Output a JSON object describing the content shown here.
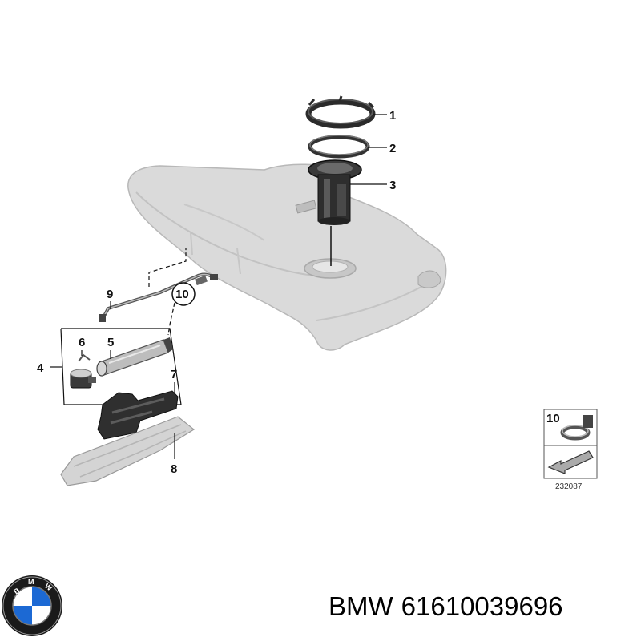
{
  "callouts": {
    "c1": "1",
    "c2": "2",
    "c3": "3",
    "c4": "4",
    "c5": "5",
    "c6": "6",
    "c7": "7",
    "c8": "8",
    "c9": "9",
    "c10": "10"
  },
  "inset": {
    "part_label": "10",
    "figure_number": "232087"
  },
  "caption": {
    "brand": "BMW",
    "part_number": "61610039696"
  },
  "logo": {
    "lettering": "BMW"
  },
  "colors": {
    "tank": "#d9d9d9",
    "tank_shadow": "#bdbdbd",
    "part_dark": "#2b2b2b",
    "line": "#111111",
    "logo_blue": "#1c69d4"
  }
}
